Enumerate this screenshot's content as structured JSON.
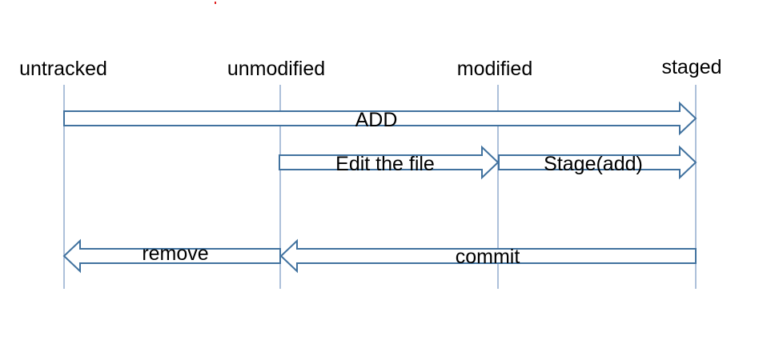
{
  "states": {
    "untracked": "untracked",
    "unmodified": "unmodified",
    "modified": "modified",
    "staged": "staged"
  },
  "transitions": {
    "add": "ADD",
    "edit": "Edit the file",
    "stage": "Stage(add)",
    "remove": "remove",
    "commit": "commit"
  },
  "colors": {
    "arrow_outline": "#41729f",
    "lane_line": "#5b82b4",
    "text": "#000000"
  }
}
